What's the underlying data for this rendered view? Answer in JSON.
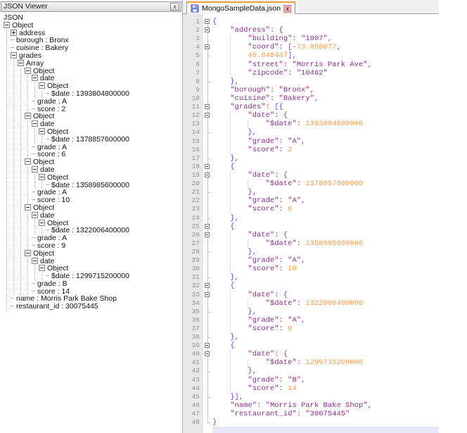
{
  "panel": {
    "title": "JSON Viewer",
    "close_glyph": "x",
    "tree": [
      [
        0,
        "r",
        "JSON"
      ],
      [
        0,
        "m",
        "Object"
      ],
      [
        1,
        "p",
        "address"
      ],
      [
        1,
        "l",
        "borough : Bronx"
      ],
      [
        1,
        "l",
        "cuisine : Bakery"
      ],
      [
        1,
        "m",
        "grades"
      ],
      [
        2,
        "m",
        "Array"
      ],
      [
        3,
        "m",
        "Object"
      ],
      [
        4,
        "m",
        "date"
      ],
      [
        5,
        "m",
        "Object"
      ],
      [
        6,
        "l",
        "$date : 1393804800000"
      ],
      [
        4,
        "l",
        "grade : A"
      ],
      [
        4,
        "l",
        "score : 2"
      ],
      [
        3,
        "m",
        "Object"
      ],
      [
        4,
        "m",
        "date"
      ],
      [
        5,
        "m",
        "Object"
      ],
      [
        6,
        "l",
        "$date : 1378857600000"
      ],
      [
        4,
        "l",
        "grade : A"
      ],
      [
        4,
        "l",
        "score : 6"
      ],
      [
        3,
        "m",
        "Object"
      ],
      [
        4,
        "m",
        "date"
      ],
      [
        5,
        "m",
        "Object"
      ],
      [
        6,
        "l",
        "$date : 1358985600000"
      ],
      [
        4,
        "l",
        "grade : A"
      ],
      [
        4,
        "l",
        "score : 10"
      ],
      [
        3,
        "m",
        "Object"
      ],
      [
        4,
        "m",
        "date"
      ],
      [
        5,
        "m",
        "Object"
      ],
      [
        6,
        "l",
        "$date : 1322006400000"
      ],
      [
        4,
        "l",
        "grade : A"
      ],
      [
        4,
        "l",
        "score : 9"
      ],
      [
        3,
        "m",
        "Object"
      ],
      [
        4,
        "m",
        "date"
      ],
      [
        5,
        "m",
        "Object"
      ],
      [
        6,
        "l",
        "$date : 1299715200000"
      ],
      [
        4,
        "l",
        "grade : B"
      ],
      [
        4,
        "l",
        "score : 14"
      ],
      [
        1,
        "l",
        "name : Morris Park Bake Shop"
      ],
      [
        1,
        "l",
        "restaurant_id : 30075445"
      ]
    ]
  },
  "editor": {
    "tab_title": "MongoSampleData.json",
    "tab_close_glyph": "x",
    "lines": [
      [
        "b",
        [
          [
            "o",
            "{"
          ]
        ]
      ],
      [
        "b",
        [
          [
            "w",
            "    "
          ],
          [
            "k",
            "\"address\""
          ],
          [
            "c",
            ": "
          ],
          [
            "o",
            "{"
          ]
        ]
      ],
      [
        "",
        [
          [
            "w",
            "        "
          ],
          [
            "k",
            "\"building\""
          ],
          [
            "c",
            ": "
          ],
          [
            "k",
            "\"1007\""
          ],
          [
            "o",
            ","
          ]
        ]
      ],
      [
        "b",
        [
          [
            "w",
            "        "
          ],
          [
            "k",
            "\"coord\""
          ],
          [
            "c",
            ": "
          ],
          [
            "o",
            "[-"
          ],
          [
            "n",
            "73.856077"
          ],
          [
            "o",
            ","
          ]
        ]
      ],
      [
        "e",
        [
          [
            "w",
            "        "
          ],
          [
            "n",
            "40.848447"
          ],
          [
            "o",
            "],"
          ]
        ]
      ],
      [
        "",
        [
          [
            "w",
            "        "
          ],
          [
            "k",
            "\"street\""
          ],
          [
            "c",
            ": "
          ],
          [
            "k",
            "\"Morris Park Ave\""
          ],
          [
            "o",
            ","
          ]
        ]
      ],
      [
        "",
        [
          [
            "w",
            "        "
          ],
          [
            "k",
            "\"zipcode\""
          ],
          [
            "c",
            ": "
          ],
          [
            "k",
            "\"10462\""
          ]
        ]
      ],
      [
        "e",
        [
          [
            "w",
            "    "
          ],
          [
            "o",
            "},"
          ]
        ]
      ],
      [
        "",
        [
          [
            "w",
            "    "
          ],
          [
            "k",
            "\"borough\""
          ],
          [
            "c",
            ": "
          ],
          [
            "k",
            "\"Bronx\""
          ],
          [
            "o",
            ","
          ]
        ]
      ],
      [
        "",
        [
          [
            "w",
            "    "
          ],
          [
            "k",
            "\"cuisine\""
          ],
          [
            "c",
            ": "
          ],
          [
            "k",
            "\"Bakery\""
          ],
          [
            "o",
            ","
          ]
        ]
      ],
      [
        "b",
        [
          [
            "w",
            "    "
          ],
          [
            "k",
            "\"grades\""
          ],
          [
            "c",
            ": "
          ],
          [
            "o",
            "[{"
          ]
        ]
      ],
      [
        "b",
        [
          [
            "w",
            "        "
          ],
          [
            "k",
            "\"date\""
          ],
          [
            "c",
            ": "
          ],
          [
            "o",
            "{"
          ]
        ]
      ],
      [
        "",
        [
          [
            "w",
            "            "
          ],
          [
            "k",
            "\"$date\""
          ],
          [
            "c",
            ": "
          ],
          [
            "n",
            "1393804800000"
          ]
        ]
      ],
      [
        "e",
        [
          [
            "w",
            "        "
          ],
          [
            "o",
            "},"
          ]
        ]
      ],
      [
        "",
        [
          [
            "w",
            "        "
          ],
          [
            "k",
            "\"grade\""
          ],
          [
            "c",
            ": "
          ],
          [
            "k",
            "\"A\""
          ],
          [
            "o",
            ","
          ]
        ]
      ],
      [
        "",
        [
          [
            "w",
            "        "
          ],
          [
            "k",
            "\"score\""
          ],
          [
            "c",
            ": "
          ],
          [
            "n",
            "2"
          ]
        ]
      ],
      [
        "e",
        [
          [
            "w",
            "    "
          ],
          [
            "o",
            "},"
          ]
        ]
      ],
      [
        "b",
        [
          [
            "w",
            "    "
          ],
          [
            "o",
            "{"
          ]
        ]
      ],
      [
        "b",
        [
          [
            "w",
            "        "
          ],
          [
            "k",
            "\"date\""
          ],
          [
            "c",
            ": "
          ],
          [
            "o",
            "{"
          ]
        ]
      ],
      [
        "",
        [
          [
            "w",
            "            "
          ],
          [
            "k",
            "\"$date\""
          ],
          [
            "c",
            ": "
          ],
          [
            "n",
            "1378857600000"
          ]
        ]
      ],
      [
        "e",
        [
          [
            "w",
            "        "
          ],
          [
            "o",
            "},"
          ]
        ]
      ],
      [
        "",
        [
          [
            "w",
            "        "
          ],
          [
            "k",
            "\"grade\""
          ],
          [
            "c",
            ": "
          ],
          [
            "k",
            "\"A\""
          ],
          [
            "o",
            ","
          ]
        ]
      ],
      [
        "",
        [
          [
            "w",
            "        "
          ],
          [
            "k",
            "\"score\""
          ],
          [
            "c",
            ": "
          ],
          [
            "n",
            "6"
          ]
        ]
      ],
      [
        "e",
        [
          [
            "w",
            "    "
          ],
          [
            "o",
            "},"
          ]
        ]
      ],
      [
        "b",
        [
          [
            "w",
            "    "
          ],
          [
            "o",
            "{"
          ]
        ]
      ],
      [
        "b",
        [
          [
            "w",
            "        "
          ],
          [
            "k",
            "\"date\""
          ],
          [
            "c",
            ": "
          ],
          [
            "o",
            "{"
          ]
        ]
      ],
      [
        "",
        [
          [
            "w",
            "            "
          ],
          [
            "k",
            "\"$date\""
          ],
          [
            "c",
            ": "
          ],
          [
            "n",
            "1358985600000"
          ]
        ]
      ],
      [
        "e",
        [
          [
            "w",
            "        "
          ],
          [
            "o",
            "},"
          ]
        ]
      ],
      [
        "",
        [
          [
            "w",
            "        "
          ],
          [
            "k",
            "\"grade\""
          ],
          [
            "c",
            ": "
          ],
          [
            "k",
            "\"A\""
          ],
          [
            "o",
            ","
          ]
        ]
      ],
      [
        "",
        [
          [
            "w",
            "        "
          ],
          [
            "k",
            "\"score\""
          ],
          [
            "c",
            ": "
          ],
          [
            "n",
            "10"
          ]
        ]
      ],
      [
        "e",
        [
          [
            "w",
            "    "
          ],
          [
            "o",
            "},"
          ]
        ]
      ],
      [
        "b",
        [
          [
            "w",
            "    "
          ],
          [
            "o",
            "{"
          ]
        ]
      ],
      [
        "b",
        [
          [
            "w",
            "        "
          ],
          [
            "k",
            "\"date\""
          ],
          [
            "c",
            ": "
          ],
          [
            "o",
            "{"
          ]
        ]
      ],
      [
        "",
        [
          [
            "w",
            "            "
          ],
          [
            "k",
            "\"$date\""
          ],
          [
            "c",
            ": "
          ],
          [
            "n",
            "1322006400000"
          ]
        ]
      ],
      [
        "e",
        [
          [
            "w",
            "        "
          ],
          [
            "o",
            "},"
          ]
        ]
      ],
      [
        "",
        [
          [
            "w",
            "        "
          ],
          [
            "k",
            "\"grade\""
          ],
          [
            "c",
            ": "
          ],
          [
            "k",
            "\"A\""
          ],
          [
            "o",
            ","
          ]
        ]
      ],
      [
        "",
        [
          [
            "w",
            "        "
          ],
          [
            "k",
            "\"score\""
          ],
          [
            "c",
            ": "
          ],
          [
            "n",
            "9"
          ]
        ]
      ],
      [
        "e",
        [
          [
            "w",
            "    "
          ],
          [
            "o",
            "},"
          ]
        ]
      ],
      [
        "b",
        [
          [
            "w",
            "    "
          ],
          [
            "o",
            "{"
          ]
        ]
      ],
      [
        "b",
        [
          [
            "w",
            "        "
          ],
          [
            "k",
            "\"date\""
          ],
          [
            "c",
            ": "
          ],
          [
            "o",
            "{"
          ]
        ]
      ],
      [
        "",
        [
          [
            "w",
            "            "
          ],
          [
            "k",
            "\"$date\""
          ],
          [
            "c",
            ": "
          ],
          [
            "n",
            "1299715200000"
          ]
        ]
      ],
      [
        "e",
        [
          [
            "w",
            "        "
          ],
          [
            "o",
            "},"
          ]
        ]
      ],
      [
        "",
        [
          [
            "w",
            "        "
          ],
          [
            "k",
            "\"grade\""
          ],
          [
            "c",
            ": "
          ],
          [
            "k",
            "\"B\""
          ],
          [
            "o",
            ","
          ]
        ]
      ],
      [
        "",
        [
          [
            "w",
            "        "
          ],
          [
            "k",
            "\"score\""
          ],
          [
            "c",
            ": "
          ],
          [
            "n",
            "14"
          ]
        ]
      ],
      [
        "e",
        [
          [
            "w",
            "    "
          ],
          [
            "o",
            "}],"
          ]
        ]
      ],
      [
        "",
        [
          [
            "w",
            "    "
          ],
          [
            "k",
            "\"name\""
          ],
          [
            "c",
            ": "
          ],
          [
            "k",
            "\"Morris Park Bake Shop\""
          ],
          [
            "o",
            ","
          ]
        ]
      ],
      [
        "",
        [
          [
            "w",
            "    "
          ],
          [
            "k",
            "\"restaurant_id\""
          ],
          [
            "c",
            ": "
          ],
          [
            "k",
            "\"30075445\""
          ]
        ]
      ],
      [
        "e",
        [
          [
            "o",
            "}"
          ]
        ]
      ]
    ]
  },
  "colors": {
    "string": "#8B2E8B",
    "colon": "#B13527",
    "operator": "#7D3FD0",
    "number": "#F79A4B",
    "tab_accent": "#F7A233",
    "current_line": "#E4E9F9",
    "margin_bg": "#E8E8E8"
  }
}
